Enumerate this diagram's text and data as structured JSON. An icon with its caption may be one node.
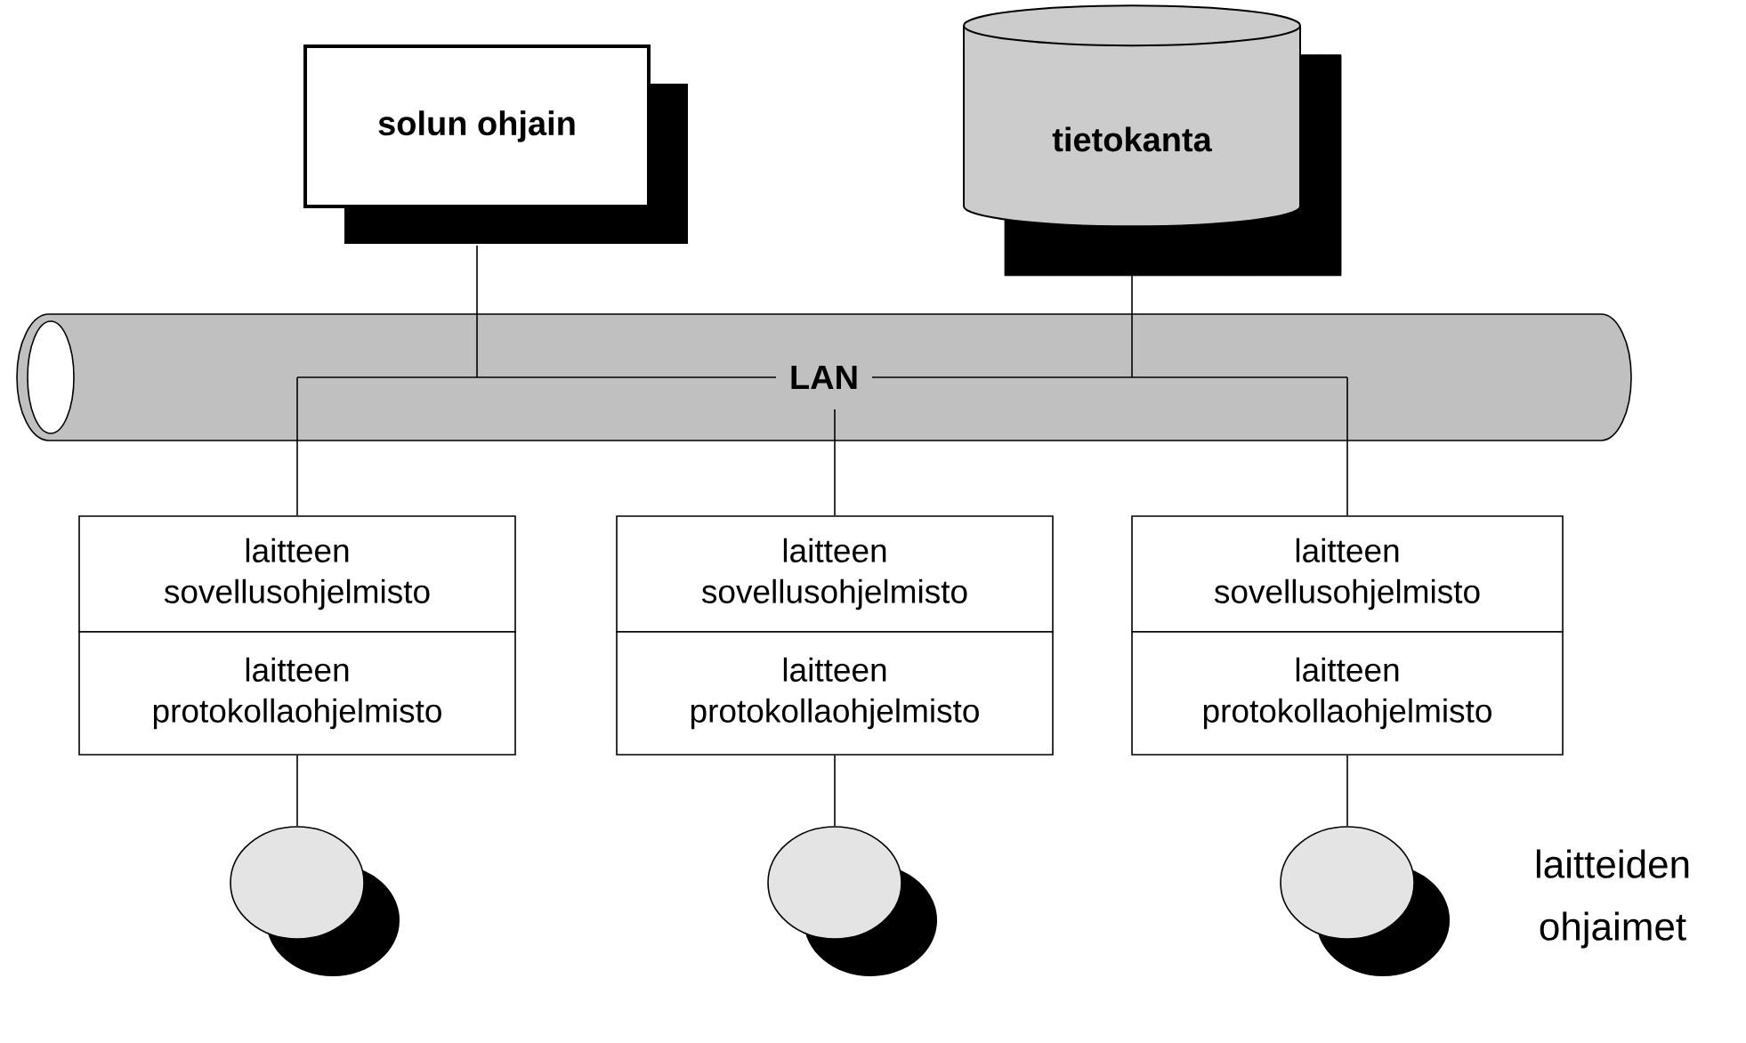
{
  "diagram": {
    "nodes": [
      {
        "text": [
          "solun ohjain"
        ]
      },
      {
        "text": [
          "tietokanta"
        ]
      },
      {
        "text": [
          "LAN"
        ]
      },
      {
        "text": [
          "laitteen sovellusohjelmisto"
        ]
      },
      {
        "text": [
          "laitteen protokollaohjelmisto"
        ]
      },
      {
        "text": [
          "laitteen sovellusohjelmisto"
        ]
      },
      {
        "text": [
          "laitteen protokollaohjelmisto"
        ]
      },
      {
        "text": [
          "laitteen sovellusohjelmisto"
        ]
      },
      {
        "text": [
          "laitteen protokollaohjelmisto"
        ]
      },
      {
        "text": [],
        "shape": "circle"
      },
      {
        "text": [],
        "shape": "circle"
      },
      {
        "text": [],
        "shape": "circle"
      }
    ],
    "edges": [
      {
        "from": 0,
        "to": 2,
        "arrow": "none"
      },
      {
        "from": 1,
        "to": 2,
        "arrow": "none"
      },
      {
        "from": 2,
        "to": 3,
        "arrow": "none"
      },
      {
        "from": 2,
        "to": 5,
        "arrow": "none"
      },
      {
        "from": 2,
        "to": 7,
        "arrow": "none"
      },
      {
        "from": 4,
        "to": 9,
        "arrow": "none"
      },
      {
        "from": 6,
        "to": 10,
        "arrow": "none"
      },
      {
        "from": 8,
        "to": 11,
        "arrow": "none"
      }
    ],
    "labels": [
      "laitteiden ohjaimet"
    ]
  }
}
